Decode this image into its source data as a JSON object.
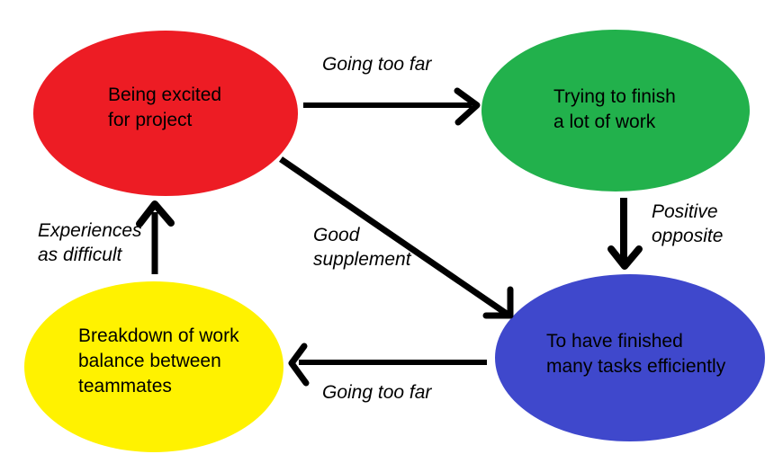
{
  "diagram": {
    "background_color": "#ffffff",
    "arrow_color": "#000000",
    "text_color": "#000000",
    "nodes": [
      {
        "name": "being-excited",
        "label": "Being excited\nfor project",
        "color": "#ed1c24"
      },
      {
        "name": "trying-to-finish",
        "label": "Trying to finish\na lot of work",
        "color": "#22b14c"
      },
      {
        "name": "finished-tasks",
        "label": "To have finished\nmany tasks efficiently",
        "color": "#3f48cc"
      },
      {
        "name": "work-breakdown",
        "label": "Breakdown of work\nbalance between\nteammates",
        "color": "#fff200"
      }
    ],
    "edges": [
      {
        "name": "excited-to-trying",
        "from": "being-excited",
        "to": "trying-to-finish",
        "label": "Going too far"
      },
      {
        "name": "trying-to-finished",
        "from": "trying-to-finish",
        "to": "finished-tasks",
        "label": "Positive\nopposite"
      },
      {
        "name": "excited-to-finished",
        "from": "being-excited",
        "to": "finished-tasks",
        "label": "Good\nsupplement"
      },
      {
        "name": "finished-to-breakdown",
        "from": "finished-tasks",
        "to": "work-breakdown",
        "label": "Going too far"
      },
      {
        "name": "breakdown-to-excited",
        "from": "work-breakdown",
        "to": "being-excited",
        "label": "Experiences\nas difficult"
      }
    ]
  }
}
